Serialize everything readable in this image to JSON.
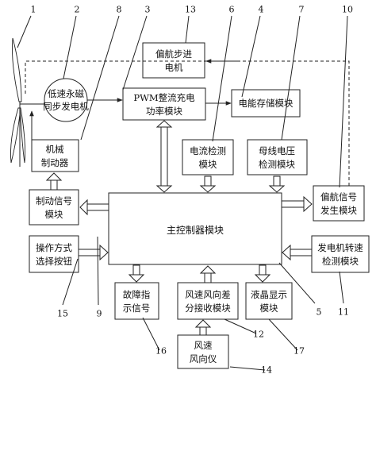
{
  "blocks": {
    "generator": [
      "低速永磁",
      "同步发电机"
    ],
    "pwm": [
      "PWM整流充电",
      "功率模块"
    ],
    "yaw_motor": [
      "偏航步进",
      "电机"
    ],
    "storage": "电能存储模块",
    "brake": [
      "机械",
      "制动器"
    ],
    "current": [
      "电流检测",
      "模块"
    ],
    "bus_voltage": [
      "母线电压",
      "检测模块"
    ],
    "brake_signal": [
      "制动信号",
      "模块"
    ],
    "main_controller": "主控制器模块",
    "yaw_signal": [
      "偏航信号",
      "发生模块"
    ],
    "mode_button": [
      "操作方式",
      "选择按钮"
    ],
    "speed_detect": [
      "发电机转速",
      "检测模块"
    ],
    "fault": [
      "故障指",
      "示信号"
    ],
    "wind_diff": [
      "风速风向差",
      "分接收模块"
    ],
    "lcd": [
      "液晶显示",
      "模块"
    ],
    "anemometer": [
      "风速",
      "风向仪"
    ]
  },
  "numbers": {
    "n1": "1",
    "n2": "2",
    "n3": "3",
    "n4": "4",
    "n5": "5",
    "n6": "6",
    "n7": "7",
    "n8": "8",
    "n9": "9",
    "n10": "10",
    "n11": "11",
    "n12": "12",
    "n13": "13",
    "n14": "14",
    "n15": "15",
    "n16": "16",
    "n17": "17"
  }
}
